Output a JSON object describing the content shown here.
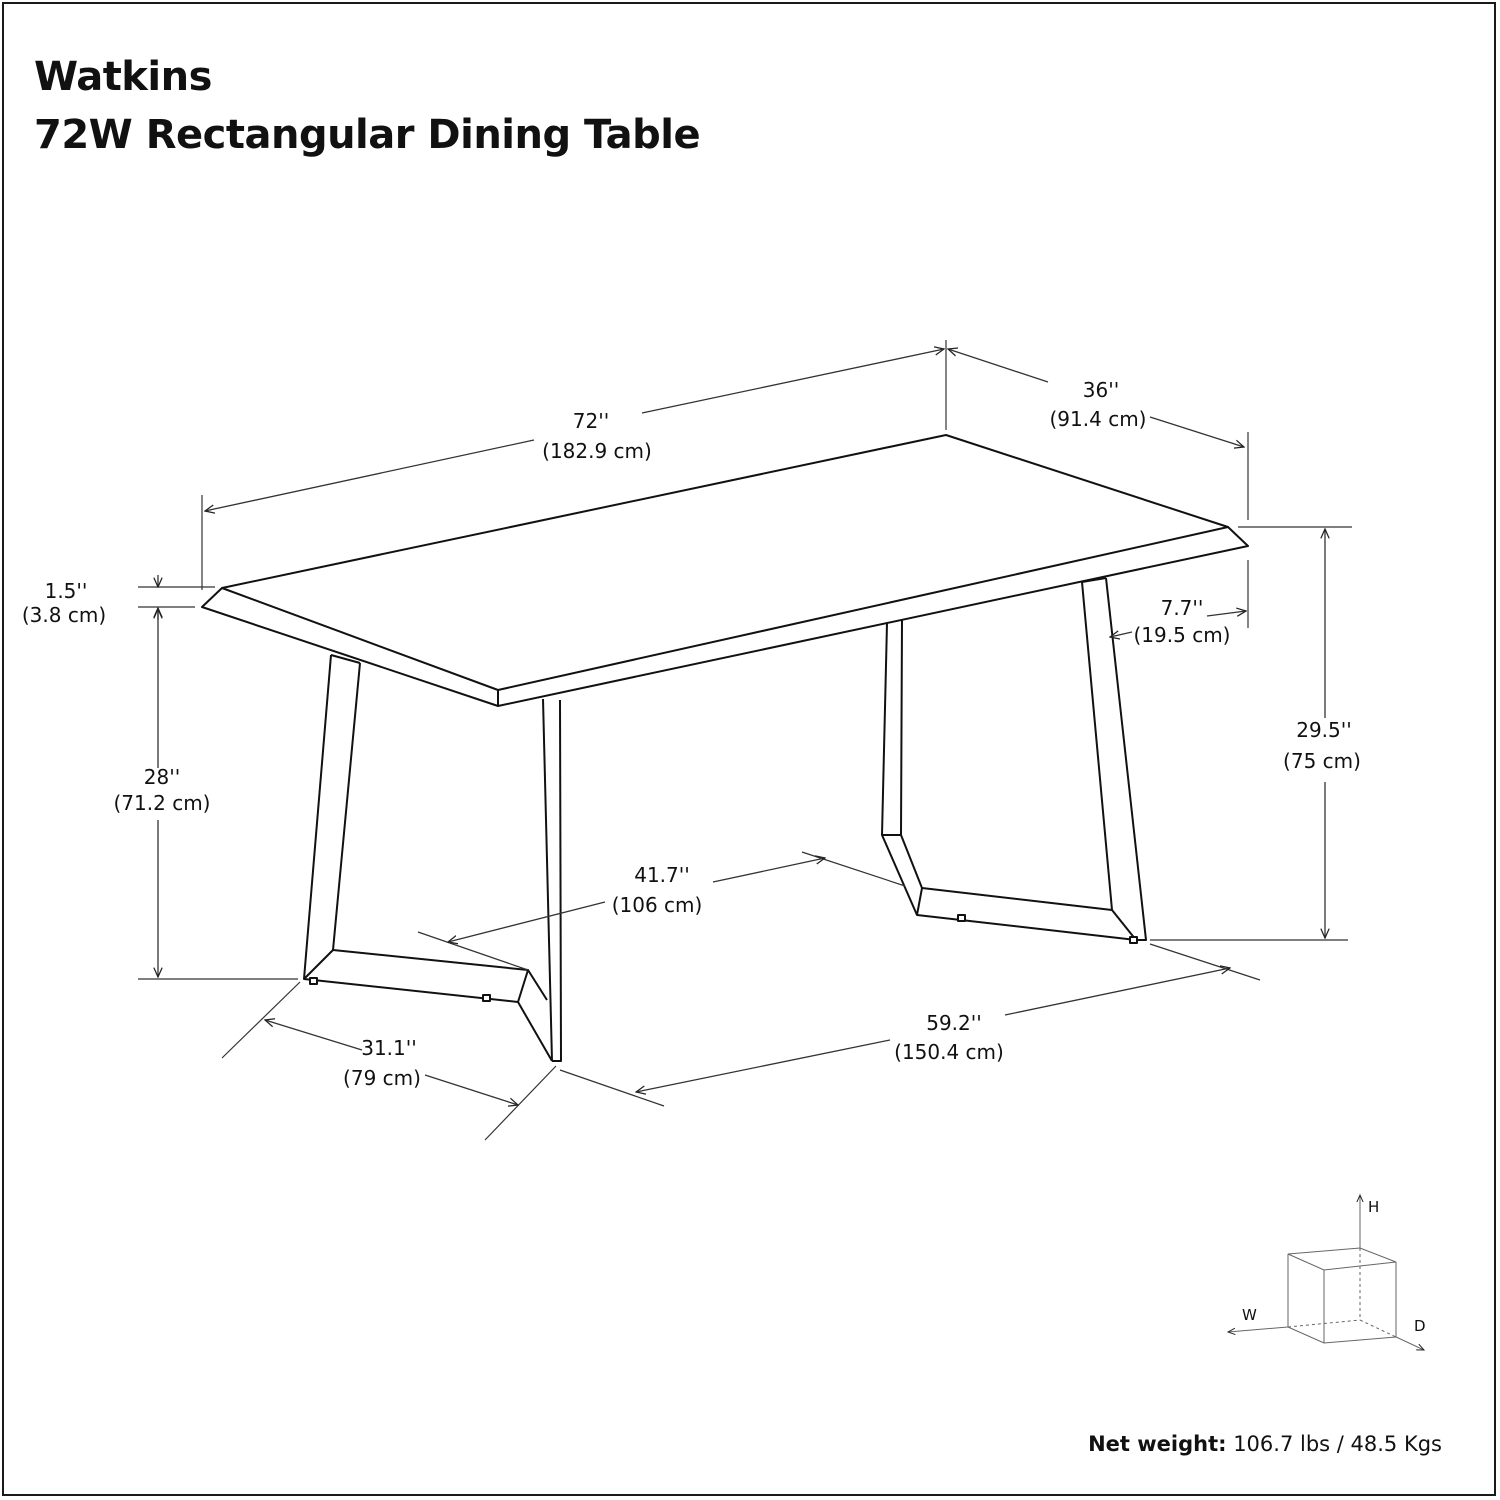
{
  "header": {
    "product_name": "Watkins",
    "product_title": "72W Rectangular Dining Table"
  },
  "dimensions": {
    "width": {
      "in": "72''",
      "cm": "(182.9 cm)"
    },
    "depth": {
      "in": "36''",
      "cm": "(91.4 cm)"
    },
    "top_thickness": {
      "in": "1.5''",
      "cm": "(3.8 cm)"
    },
    "leg_inset": {
      "in": "7.7''",
      "cm": "(19.5 cm)"
    },
    "total_height": {
      "in": "29.5''",
      "cm": "(75 cm)"
    },
    "clearance_height": {
      "in": "28''",
      "cm": "(71.2 cm)"
    },
    "leg_depth": {
      "in": "41.7''",
      "cm": "(106 cm)"
    },
    "base_depth": {
      "in": "31.1''",
      "cm": "(79 cm)"
    },
    "base_width": {
      "in": "59.2''",
      "cm": "(150.4 cm)"
    }
  },
  "axes": {
    "height": "H",
    "width": "W",
    "depth": "D"
  },
  "footer": {
    "weight_label": "Net weight:",
    "weight_value": " 106.7 lbs / 48.5 Kgs"
  }
}
